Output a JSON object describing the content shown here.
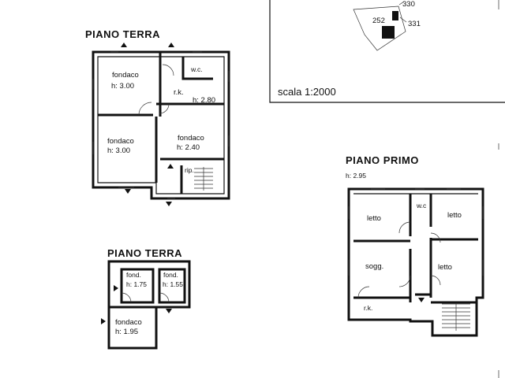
{
  "map_inset": {
    "parcels": [
      "252",
      "330",
      "331"
    ],
    "scale_label": "scala 1:2000"
  },
  "plan_ground_1": {
    "title": "PIANO TERRA",
    "rooms": {
      "fondaco_a": "fondaco",
      "fondaco_a_h": "h: 3.00",
      "wc": "w.c.",
      "rk": "r.k.",
      "rk_h": "h: 2.80",
      "fondaco_b": "fondaco",
      "fondaco_b_h": "h: 3.00",
      "fondaco_c": "fondaco",
      "fondaco_c_h": "h: 2.40",
      "rip": "rip."
    }
  },
  "plan_ground_2": {
    "title": "PIANO TERRA",
    "rooms": {
      "fond_a": "fond.",
      "fond_a_h": "h: 1.75",
      "fond_b": "fond.",
      "fond_b_h": "h: 1.55",
      "fondaco": "fondaco",
      "fondaco_h": "h: 1.95"
    }
  },
  "plan_first": {
    "title": "PIANO PRIMO",
    "height": "h: 2.95",
    "rooms": {
      "letto_a": "letto",
      "wc": "w.c",
      "letto_b": "letto",
      "sogg": "sogg.",
      "letto_c": "letto",
      "rk": "r.k."
    }
  }
}
